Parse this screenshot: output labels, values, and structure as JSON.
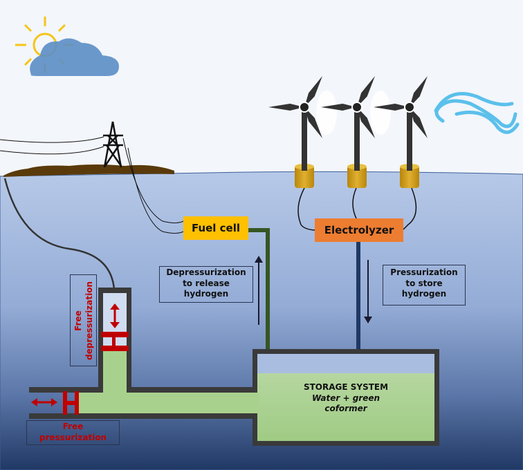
{
  "diagram": {
    "title": "Offshore wind hydrogen storage system",
    "components": {
      "fuel_cell": "Fuel cell",
      "electrolyzer": "Electrolyzer",
      "storage": {
        "title": "STORAGE SYSTEM",
        "contents_line1": "Water + green",
        "contents_line2": "coformer"
      }
    },
    "annotations": {
      "depressurization": [
        "Depressurization",
        "to release",
        "hydrogen"
      ],
      "pressurization": [
        "Pressurization",
        "to store",
        "hydrogen"
      ],
      "free_depressurization": [
        "Free",
        "depressurization"
      ],
      "free_pressurization": [
        "Free",
        "pressurization"
      ]
    },
    "icons": [
      "sun-icon",
      "cloud-icon",
      "power-pylon-icon",
      "wind-turbine-icon",
      "wind-gust-icon",
      "valve-icon",
      "double-arrow-icon"
    ],
    "colors": {
      "fuel_cell": "#ffc000",
      "electrolyzer": "#ed7d31",
      "storage_liquid": "#a9d18e",
      "sea_top": "#b4c7e7",
      "sea_bottom": "#203864",
      "valve_red": "#c00000",
      "pipe_green": "#375623",
      "pipe_blue": "#1f3864"
    }
  }
}
